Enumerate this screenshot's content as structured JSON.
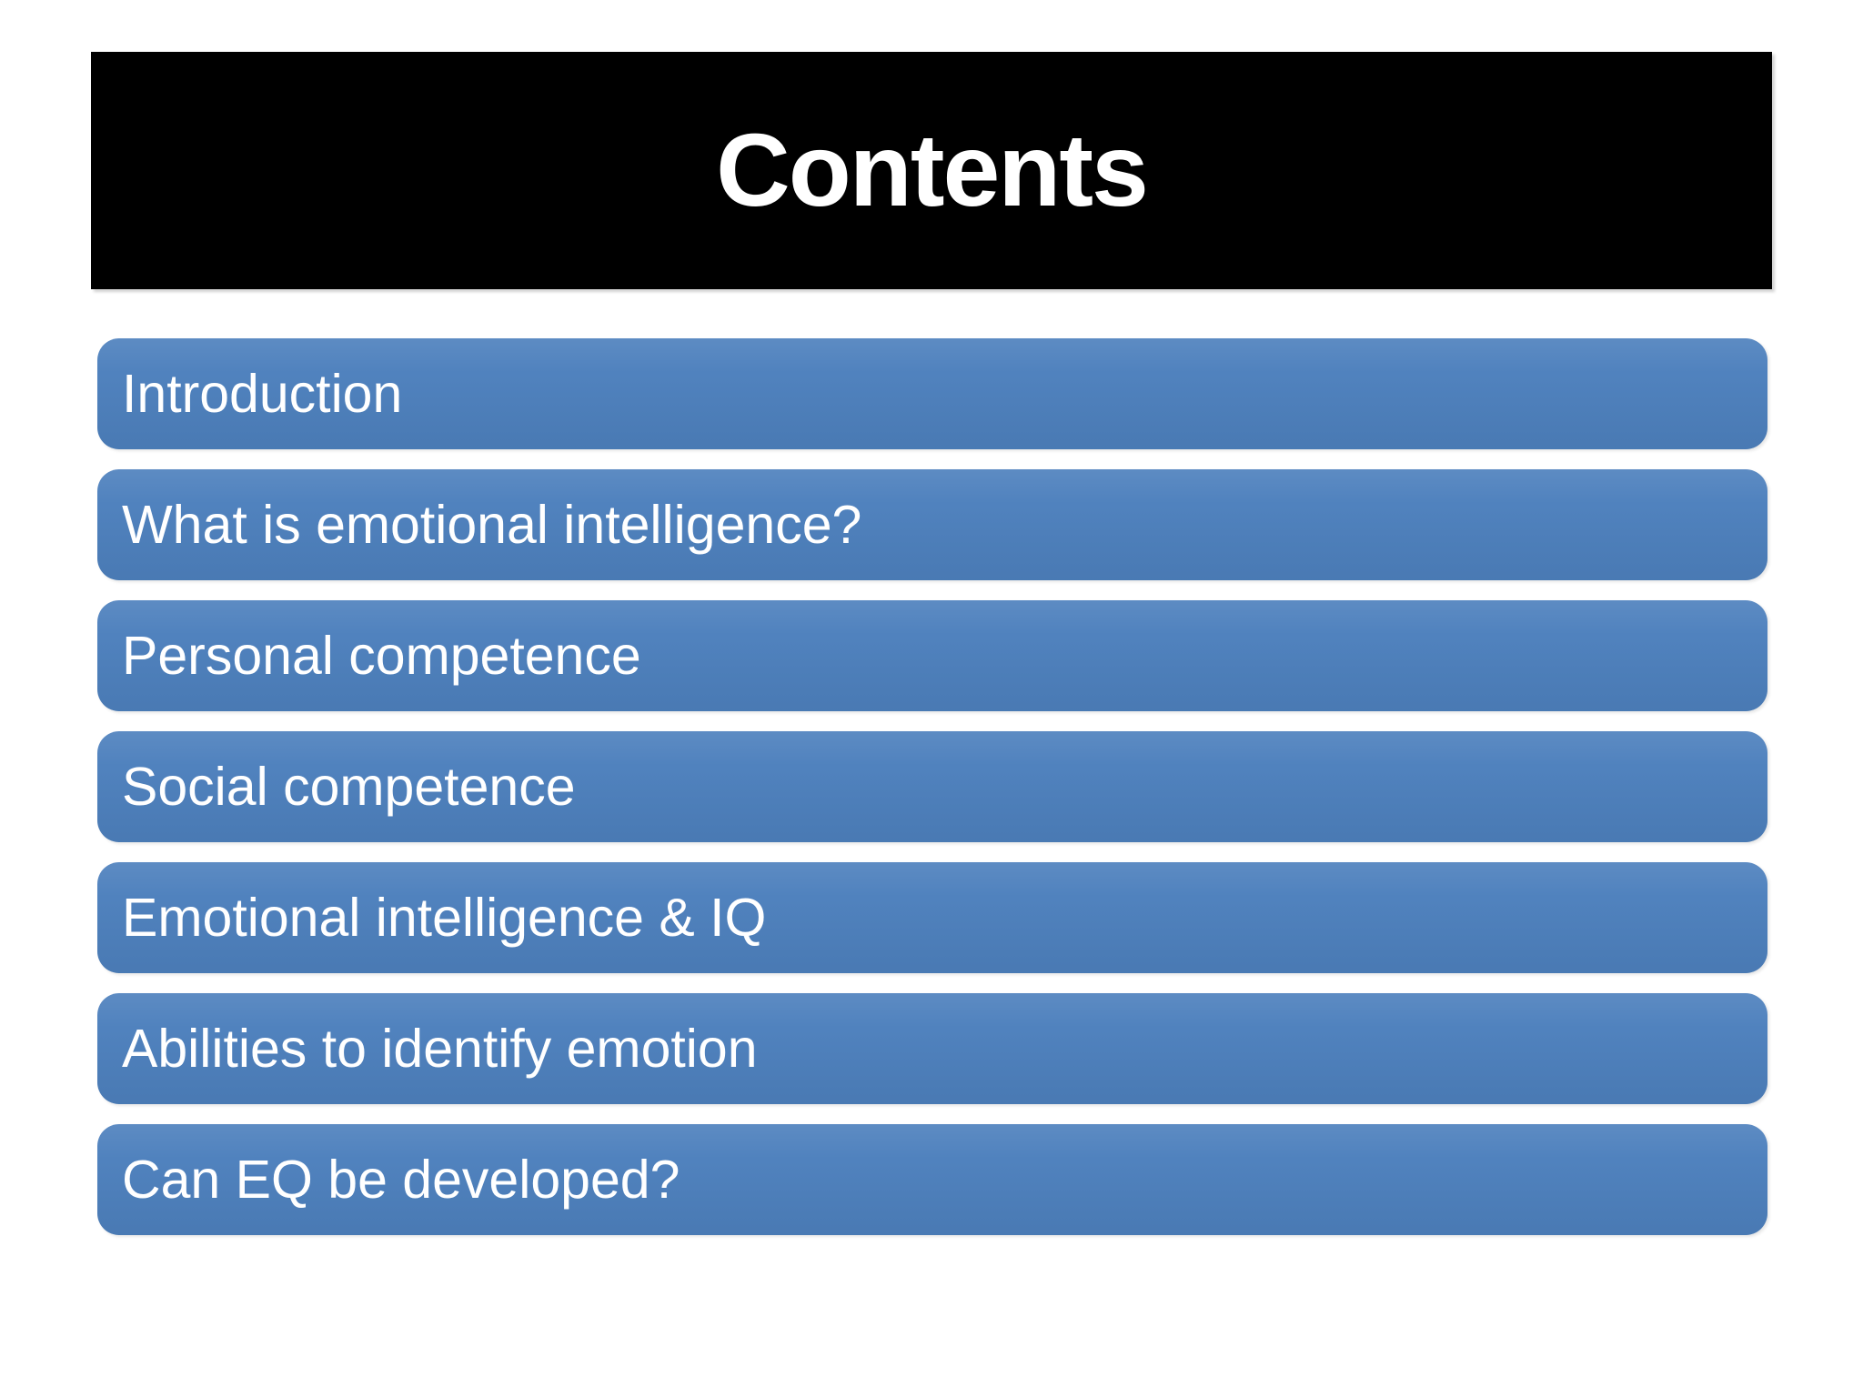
{
  "slide": {
    "title": "Contents",
    "items": [
      "Introduction",
      "What is emotional intelligence?",
      "Personal competence",
      "Social competence",
      "Emotional intelligence & IQ",
      "Abilities to identify emotion",
      "Can EQ be developed?"
    ]
  },
  "colors": {
    "page_bg": "#FFFFFF",
    "header_bg": "#000000",
    "title_text": "#FFFFFF",
    "bar_bg": "#4D80BD",
    "bar_text": "#FFFFFF"
  }
}
